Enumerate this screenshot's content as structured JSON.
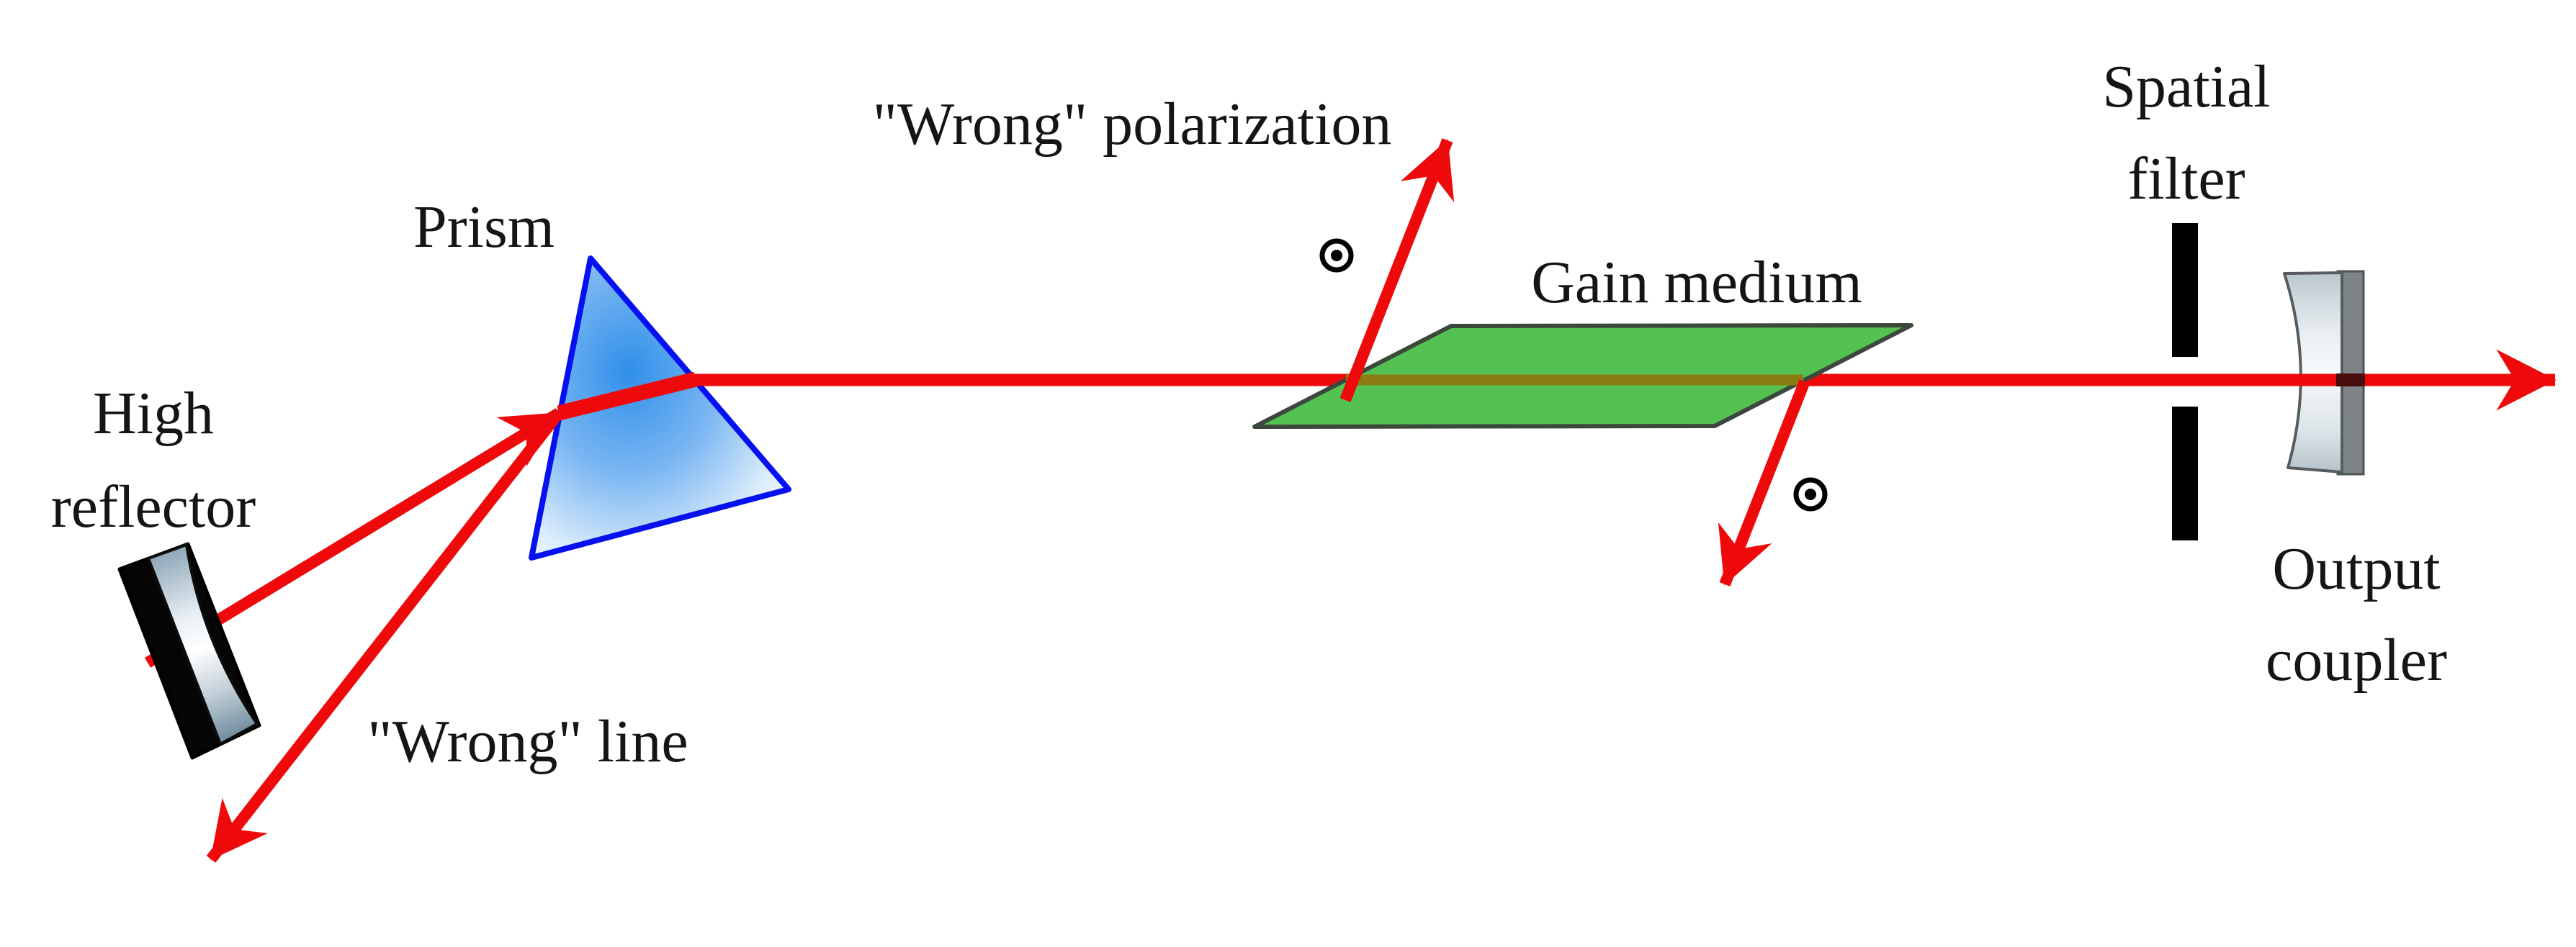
{
  "figure": {
    "kind": "laser-cavity-optics-diagram",
    "background": "#ffffff"
  },
  "labels": {
    "high_reflector": {
      "line1": "High",
      "line2": "reflector"
    },
    "prism": "Prism",
    "wrong_line": "\"Wrong\" line",
    "wrong_polarization": "\"Wrong\" polarization",
    "gain_medium": "Gain medium",
    "spatial_filter": {
      "line1": "Spatial",
      "line2": "filter"
    },
    "output_coupler": {
      "line1": "Output",
      "line2": "coupler"
    }
  },
  "colors": {
    "beam_red": "#ee0a0a",
    "beam_through_backing_dark": "#470d0d",
    "prism_stroke_blue": "#0511ee",
    "prism_fill_blue_core": "#2f8fe9",
    "gain_fill_green": "#53c253",
    "gain_border_gray": "#3d483d",
    "intracavity_olive": "#8a7c10",
    "filter_bar_black": "#000000",
    "mirror_backing_black": "#050505",
    "coupler_backing_gray": "#7d8486",
    "glass_highlight": "#ffffff",
    "glass_shade_blue_gray": "#8ea6b8",
    "text": "#151515"
  },
  "symbols": {
    "polarization_out_of_page": "circle-dot",
    "occurrences": 2
  }
}
